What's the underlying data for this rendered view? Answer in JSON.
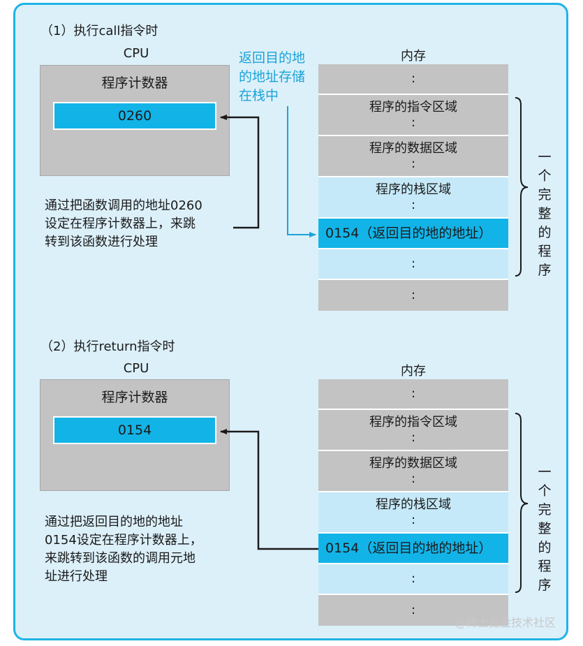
{
  "section1": {
    "title": "（1）执行call指令时",
    "cpu_heading": "CPU",
    "cpu_label": "程序计数器",
    "pc_value": "0260",
    "description": [
      "通过把函数调用的地址0260",
      "设定在程序计数器上，来跳",
      "转到该函数进行处理"
    ],
    "callout": [
      "返回目的地",
      "的地址存储",
      "在栈中"
    ],
    "memory_heading": "内存",
    "memory_cells": [
      {
        "lines": [
          ":"
        ],
        "style": "gray"
      },
      {
        "lines": [
          "程序的指令区域",
          ":"
        ],
        "style": "gray"
      },
      {
        "lines": [
          "程序的数据区域",
          ":"
        ],
        "style": "gray"
      },
      {
        "lines": [
          "程序的栈区域",
          ":"
        ],
        "style": "light"
      },
      {
        "lines": [
          "0154（返回目的地的地址）"
        ],
        "style": "blue"
      },
      {
        "lines": [
          ":"
        ],
        "style": "light"
      },
      {
        "lines": [
          ":"
        ],
        "style": "gray"
      }
    ],
    "brace_label": "一个完整的程序"
  },
  "section2": {
    "title": "（2）执行return指令时",
    "cpu_heading": "CPU",
    "cpu_label": "程序计数器",
    "pc_value": "0154",
    "description": [
      "通过把返回目的地的地址",
      "0154设定在程序计数器上，",
      "来跳转到该函数的调用元地",
      "址进行处理"
    ],
    "memory_heading": "内存",
    "memory_cells": [
      {
        "lines": [
          ":"
        ],
        "style": "gray"
      },
      {
        "lines": [
          "程序的指令区域",
          ":"
        ],
        "style": "gray"
      },
      {
        "lines": [
          "程序的数据区域",
          ":"
        ],
        "style": "gray"
      },
      {
        "lines": [
          "程序的栈区域",
          ":"
        ],
        "style": "light"
      },
      {
        "lines": [
          "0154（返回目的地的地址）"
        ],
        "style": "blue"
      },
      {
        "lines": [
          ":"
        ],
        "style": "light"
      },
      {
        "lines": [
          ":"
        ],
        "style": "gray"
      }
    ],
    "brace_label": "一个完整的程序"
  },
  "watermark": "@稀土掘金技术社区",
  "colors": {
    "frame_border": "#1fb3e6",
    "frame_bg": "#dcf0fa",
    "cpu_gray": "#c3c3c3",
    "accent_blue": "#12b4e8",
    "stack_light": "#c5e9f8",
    "callout_text": "#1aa3d8"
  }
}
